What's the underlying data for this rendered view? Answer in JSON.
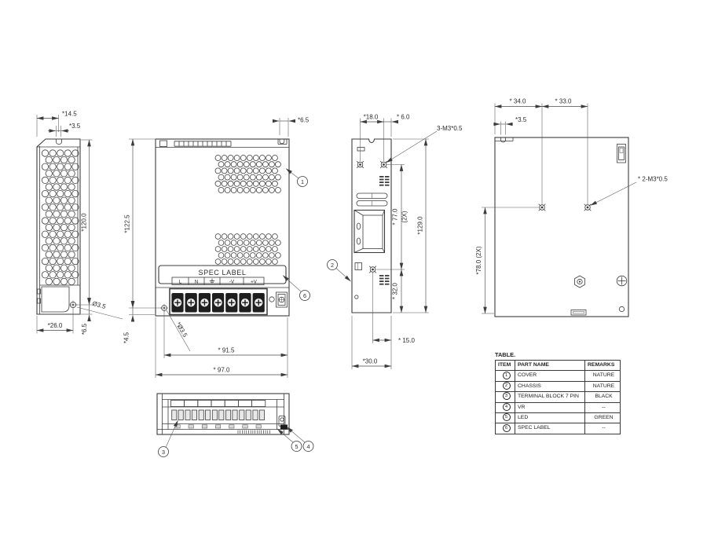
{
  "drawing": {
    "callout_numbers": [
      "1",
      "2",
      "3",
      "4",
      "5",
      "6"
    ],
    "side_view": {
      "dims": {
        "pin_offset": "*14.5",
        "pin_width": "*3.5",
        "mount_height": "*120.0",
        "bottom_width": "*26.0",
        "bottom_offset": "*6.5",
        "hole_diameter": "Ø3.5"
      }
    },
    "front_view": {
      "spec_label": "SPEC LABEL",
      "terminal_labels": [
        "L",
        "N",
        "⏚",
        "-V",
        "+V"
      ],
      "dims": {
        "height": "*122.5",
        "screw_offset": "*4.5",
        "top_notch": "*6.5",
        "hole_diameter": "*Ø3.5",
        "inner_width": "* 91.5",
        "total_width": "* 97.0"
      }
    },
    "right_view": {
      "dims": {
        "hole_span": "*18.0",
        "edge_offset": "* 6.0",
        "thread_callout": "3-M3*0.5",
        "hole_height": "* 77.0",
        "hole_height_qty": "(2X)",
        "total_height": "*129.0",
        "lower_hole_height": "* 32.0",
        "lower_hole_offset": "* 15.0",
        "depth": "*30.0"
      }
    },
    "back_view": {
      "dims": {
        "hole_left_offset": "* 34.0",
        "hole_span": "* 33.0",
        "pin_width": "*3.5",
        "thread_callout": "* 2-M3*0.5",
        "hole_height": "*78.0 (2X)"
      }
    }
  },
  "table": {
    "title": "TABLE.",
    "headers": [
      "ITEM",
      "PART NAME",
      "REMARKS"
    ],
    "rows": [
      {
        "item": "1",
        "part": "COVER",
        "remarks": "NATURE"
      },
      {
        "item": "2",
        "part": "CHASSIS",
        "remarks": "NATURE"
      },
      {
        "item": "3",
        "part": "TERMINAL BLOCK 7 PIN",
        "remarks": "BLACK"
      },
      {
        "item": "4",
        "part": "VR",
        "remarks": "--"
      },
      {
        "item": "5",
        "part": "LED",
        "remarks": "GREEN"
      },
      {
        "item": "6",
        "part": "SPEC LABEL",
        "remarks": "--"
      }
    ]
  },
  "colors": {
    "line": "#3c3c3c",
    "text": "#2b2b2b",
    "screw_dark": "#1e1e1e",
    "led_green_note": "GREEN"
  }
}
